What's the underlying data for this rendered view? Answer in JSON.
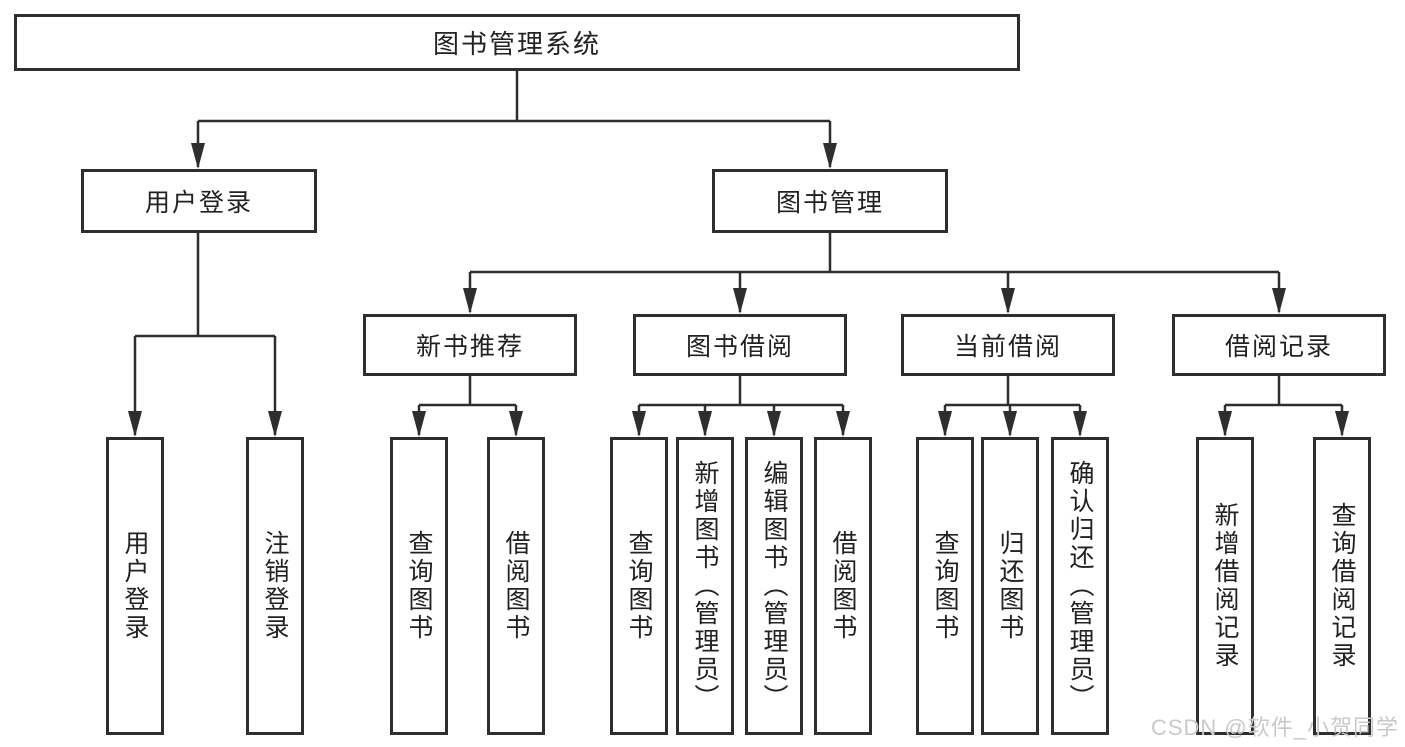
{
  "tree": {
    "root": {
      "label": "图书管理系统"
    },
    "level2": [
      {
        "label": "用户登录",
        "parent": "图书管理系统"
      },
      {
        "label": "图书管理",
        "parent": "图书管理系统"
      }
    ],
    "level3": [
      {
        "label": "新书推荐",
        "parent": "图书管理"
      },
      {
        "label": "图书借阅",
        "parent": "图书管理"
      },
      {
        "label": "当前借阅",
        "parent": "图书管理"
      },
      {
        "label": "借阅记录",
        "parent": "图书管理"
      }
    ],
    "leaves": [
      {
        "label": "用户登录",
        "parent": "用户登录"
      },
      {
        "label": "注销登录",
        "parent": "用户登录"
      },
      {
        "label": "查询图书",
        "parent": "新书推荐"
      },
      {
        "label": "借阅图书",
        "parent": "新书推荐"
      },
      {
        "label": "查询图书",
        "parent": "图书借阅"
      },
      {
        "label": "新增图书（管理员）",
        "parent": "图书借阅"
      },
      {
        "label": "编辑图书（管理员）",
        "parent": "图书借阅"
      },
      {
        "label": "借阅图书",
        "parent": "图书借阅"
      },
      {
        "label": "查询图书",
        "parent": "当前借阅"
      },
      {
        "label": "归还图书",
        "parent": "当前借阅"
      },
      {
        "label": "确认归还（管理员）",
        "parent": "当前借阅"
      },
      {
        "label": "新增借阅记录",
        "parent": "借阅记录"
      },
      {
        "label": "查询借阅记录",
        "parent": "借阅记录"
      }
    ]
  },
  "watermark": {
    "text": "CSDN @软件_小贺同学"
  },
  "colors": {
    "line": "#2e2e2e",
    "text": "#222222",
    "background": "#ffffff",
    "watermark": "#c9c9c9"
  }
}
